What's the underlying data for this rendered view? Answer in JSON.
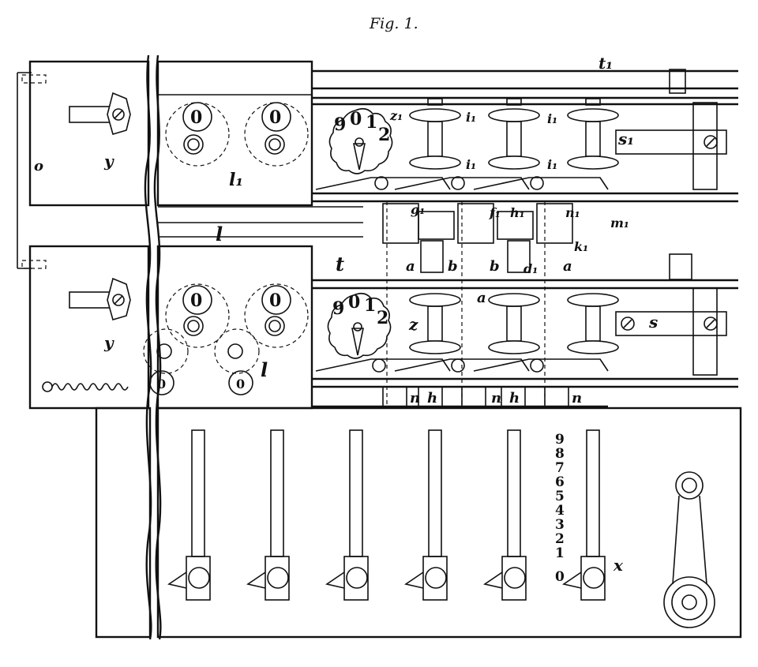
{
  "figure": {
    "title": "Fig. 1."
  },
  "dial_top_digits": [
    "9",
    "0",
    "1",
    "2"
  ],
  "dial_bottom_digits": [
    "9",
    "0",
    "1",
    "2"
  ],
  "counter_digit": "0",
  "scale": {
    "digits": [
      "9",
      "8",
      "7",
      "6",
      "5",
      "4",
      "3",
      "2",
      "1",
      "0"
    ]
  },
  "labels": {
    "t1": "t₁",
    "z1": "z₁",
    "i1": "i₁",
    "s1": "s₁",
    "l1": "l₁",
    "o": "o",
    "y": "y",
    "l": "l",
    "t": "t",
    "a": "a",
    "b": "b",
    "g1": "g₁",
    "f1": "f₁",
    "h1": "h₁",
    "n1": "n₁",
    "m1": "m₁",
    "k1": "k₁",
    "d1": "d₁",
    "z": "z",
    "s": "s",
    "n": "n",
    "h": "h",
    "x": "x"
  }
}
